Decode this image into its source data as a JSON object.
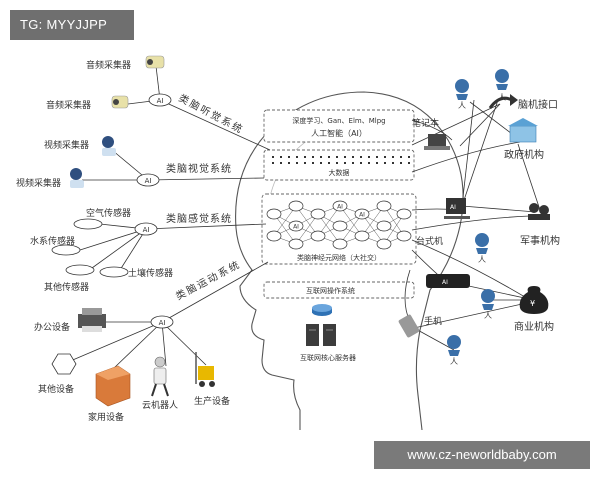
{
  "watermark": {
    "tag": "TG: MYYJJPP",
    "site": "www.cz-neworldbaby.com"
  },
  "hub": "AI",
  "brain": {
    "deep_learning": "深度学习、Gan、Elm、Mlpg",
    "ai": "人工智能（AI）",
    "big_data": "大数据",
    "neural_network": "类脑神经元网络（大社交）",
    "internet_os": "互联网操作系统",
    "core_server": "互联网核心服务器"
  },
  "systems": {
    "hearing": "类脑听觉系统",
    "vision": "类脑视觉系统",
    "sensing": "类脑感觉系统",
    "motion": "类脑运动系统"
  },
  "devices_left": {
    "audio1": "音频采集器",
    "audio2": "音频采集器",
    "video1": "视频采集器",
    "video2": "视频采集器",
    "air": "空气传感器",
    "water": "水系传感器",
    "other_sensor": "其他传感器",
    "soil": "土壤传感器",
    "office": "办公设备",
    "other_device": "其他设备",
    "home": "家用设备",
    "cloud_robot": "云机器人",
    "production": "生产设备"
  },
  "devices_right": {
    "laptop": "笔记本",
    "bci": "脑机接口",
    "gov": "政府机构",
    "desktop": "台式机",
    "military": "军事机构",
    "commerce": "商业机构",
    "phone": "手机",
    "person": "人",
    "money": "¥"
  }
}
